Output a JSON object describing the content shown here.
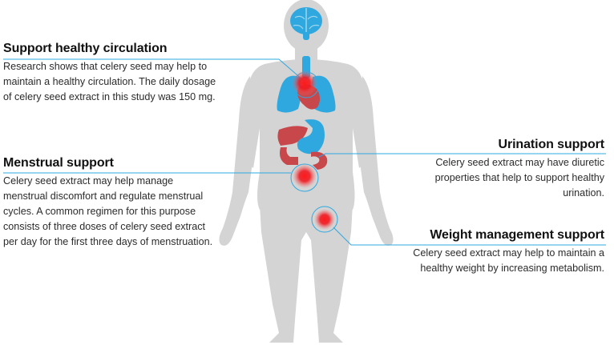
{
  "colors": {
    "body": "#d4d4d4",
    "organ_blue": "#2fa8df",
    "organ_red": "#c8474b",
    "hotspot": "#e8131b",
    "leader_line": "#2fa8df",
    "heading": "#111111",
    "text": "#2b2b2b"
  },
  "icons": [
    "brain-icon",
    "lungs-icon",
    "heart-icon",
    "stomach-icon",
    "intestine-icon",
    "liver-icon",
    "kidney-icon"
  ],
  "callouts": {
    "circulation": {
      "title": "Support healthy circulation",
      "text": "Research shows that celery seed may help to maintain a healthy circulation. The daily dosage of celery seed extract in this study was 150 mg."
    },
    "menstrual": {
      "title": "Menstrual support",
      "text": "Celery seed extract may help manage menstrual discomfort and regulate menstrual cycles. A common regimen for this purpose consists of three doses of celery seed extract per day for the first three days of menstruation."
    },
    "urination": {
      "title": "Urination support",
      "text": "Celery seed extract may have diuretic properties that help to support healthy urination."
    },
    "weight": {
      "title": "Weight management support",
      "text": "Celery seed extract may help to maintain a healthy weight by increasing metabolism."
    }
  }
}
